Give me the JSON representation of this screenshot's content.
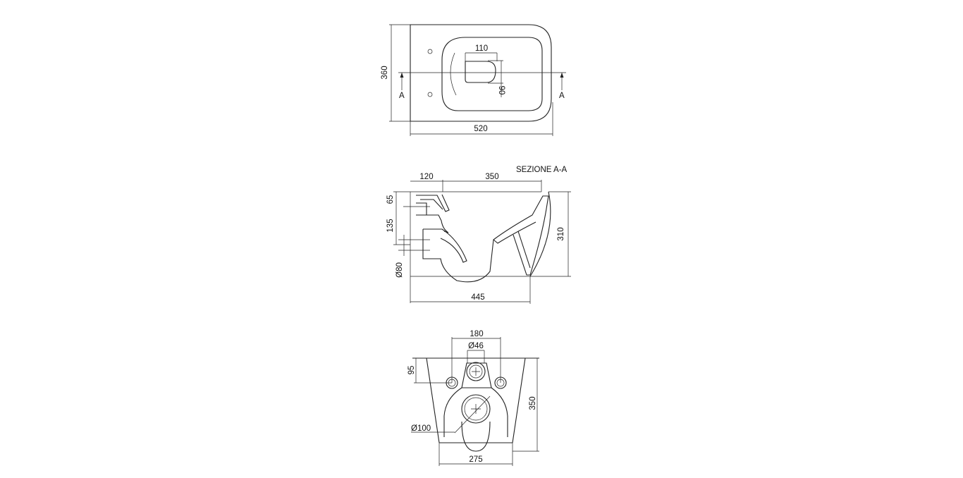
{
  "top_view": {
    "dim_depth": "360",
    "dim_width": "520",
    "dim_hole_width": "110",
    "dim_hole_depth": "90",
    "section_mark_left": "A",
    "section_mark_right": "A"
  },
  "section_view": {
    "title": "SEZIONE A-A",
    "dim_rear": "120",
    "dim_bowl": "350",
    "dim_height": "310",
    "dim_length": "445",
    "dim_inlet_offset": "65",
    "dim_outlet_offset": "135",
    "dim_outlet_diameter": "Ø80"
  },
  "rear_view": {
    "dim_fixing_spacing": "180",
    "dim_inlet_diameter": "Ø46",
    "dim_fixing_height": "95",
    "dim_height": "350",
    "dim_outlet_diameter": "Ø100",
    "dim_width": "275"
  }
}
